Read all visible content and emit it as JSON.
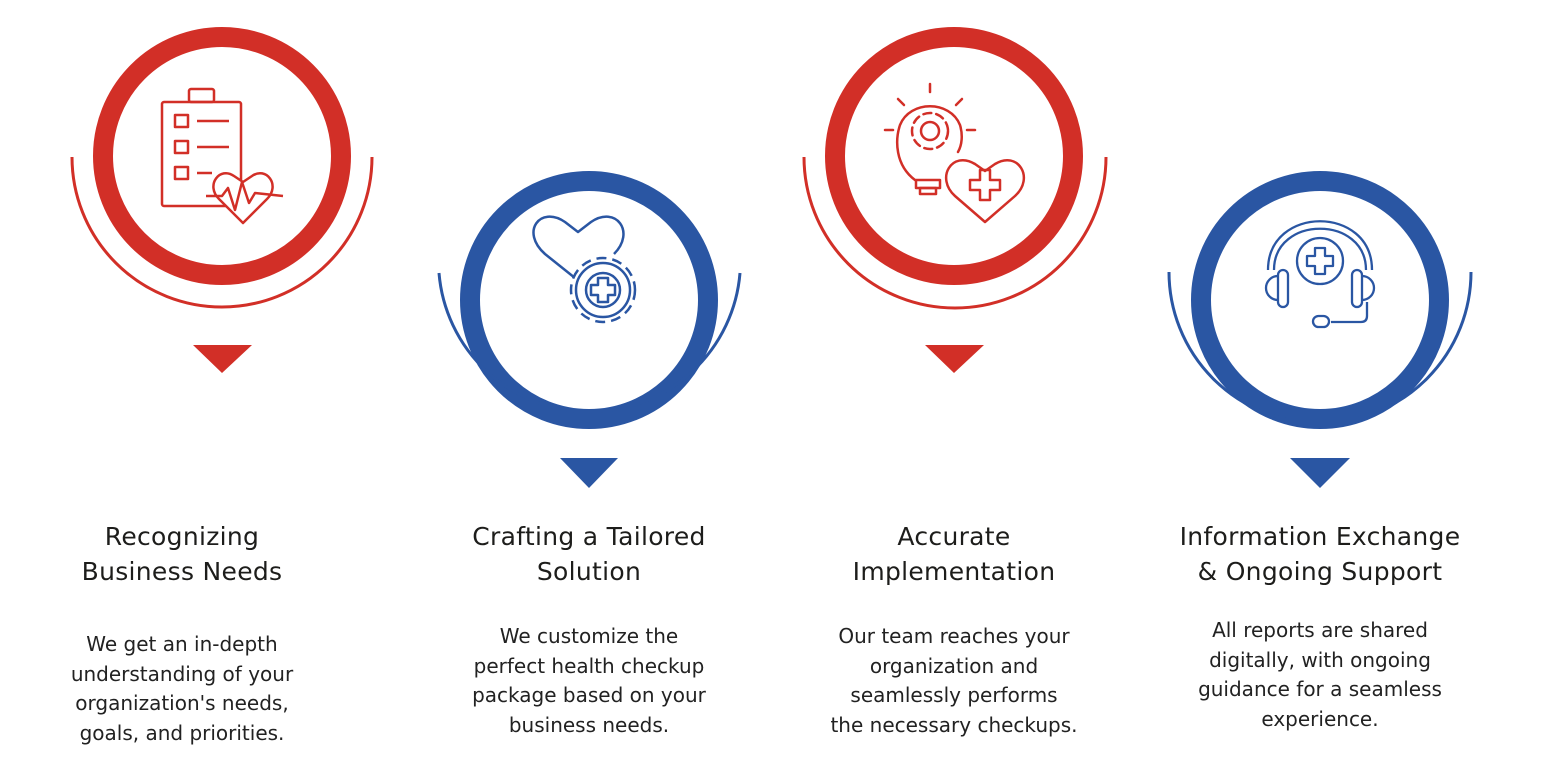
{
  "colors": {
    "red": "#d22f27",
    "blue": "#2a56a3"
  },
  "steps": [
    {
      "icon": "clipboard-heart-icon",
      "color": "red",
      "title_line1": "Recognizing",
      "title_line2": "Business Needs",
      "desc": [
        "We get an in-depth",
        "understanding of your",
        "organization's needs,",
        "goals, and priorities."
      ]
    },
    {
      "icon": "heart-gear-icon",
      "color": "blue",
      "title_line1": "Crafting a Tailored",
      "title_line2": "Solution",
      "desc": [
        "We customize the",
        "perfect health checkup",
        "package based on your",
        "business needs."
      ]
    },
    {
      "icon": "lightbulb-heart-icon",
      "color": "red",
      "title_line1": "Accurate",
      "title_line2": "Implementation",
      "desc": [
        "Our team reaches your",
        "organization and",
        "seamlessly performs",
        "the necessary checkups."
      ]
    },
    {
      "icon": "medical-headset-icon",
      "color": "blue",
      "title_line1": "Information Exchange",
      "title_line2": "& Ongoing Support",
      "desc": [
        "All reports are shared",
        "digitally, with ongoing",
        "guidance for a seamless",
        "experience."
      ]
    }
  ]
}
